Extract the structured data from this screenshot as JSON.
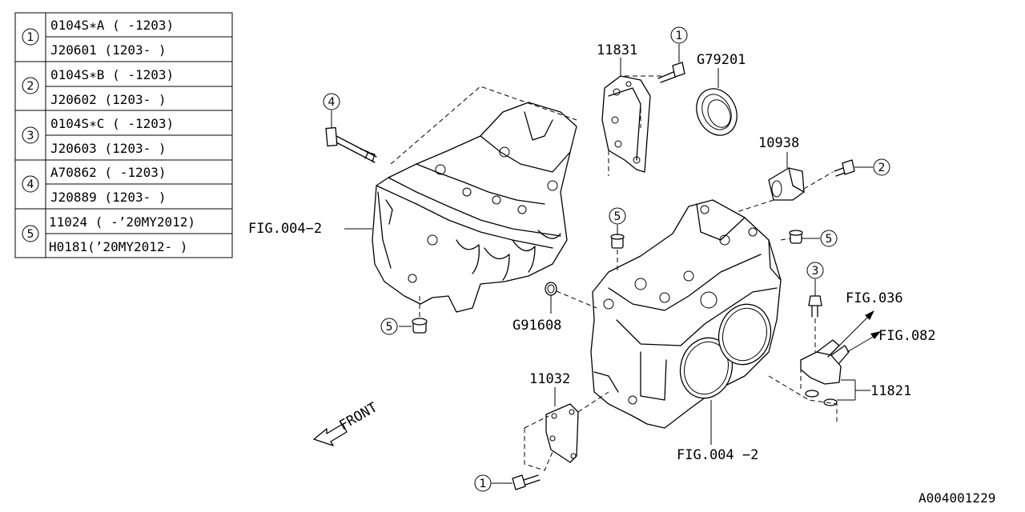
{
  "diagram_id": "A004001229",
  "table": {
    "rows": [
      {
        "callout": "1",
        "parts": [
          "0104S∗A ( -1203)",
          "J20601  (1203- )"
        ]
      },
      {
        "callout": "2",
        "parts": [
          "0104S∗B ( -1203)",
          "J20602  (1203- )"
        ]
      },
      {
        "callout": "3",
        "parts": [
          "0104S∗C ( -1203)",
          "J20603  (1203- )"
        ]
      },
      {
        "callout": "4",
        "parts": [
          "A70862  ( -1203)",
          "J20889  (1203- )"
        ]
      },
      {
        "callout": "5",
        "parts": [
          "11024 ( -’20MY2012)",
          "H0181(’20MY2012- )"
        ]
      }
    ]
  },
  "labels": {
    "p11831": "11831",
    "pG79201": "G79201",
    "p10938": "10938",
    "pG91608": "G91608",
    "p11032": "11032",
    "p11821": "11821",
    "fig_004_2_left": "FIG.004−2",
    "fig_004_2_bottom": "FIG.004 −2",
    "fig_036": "FIG.036",
    "fig_082": "FIG.082",
    "front": "FRONT"
  },
  "callouts": {
    "c1_top": "1",
    "c2": "2",
    "c3": "3",
    "c4": "4",
    "c5_top": "5",
    "c5_right": "5",
    "c5_left": "5",
    "c1_bottom": "1"
  }
}
